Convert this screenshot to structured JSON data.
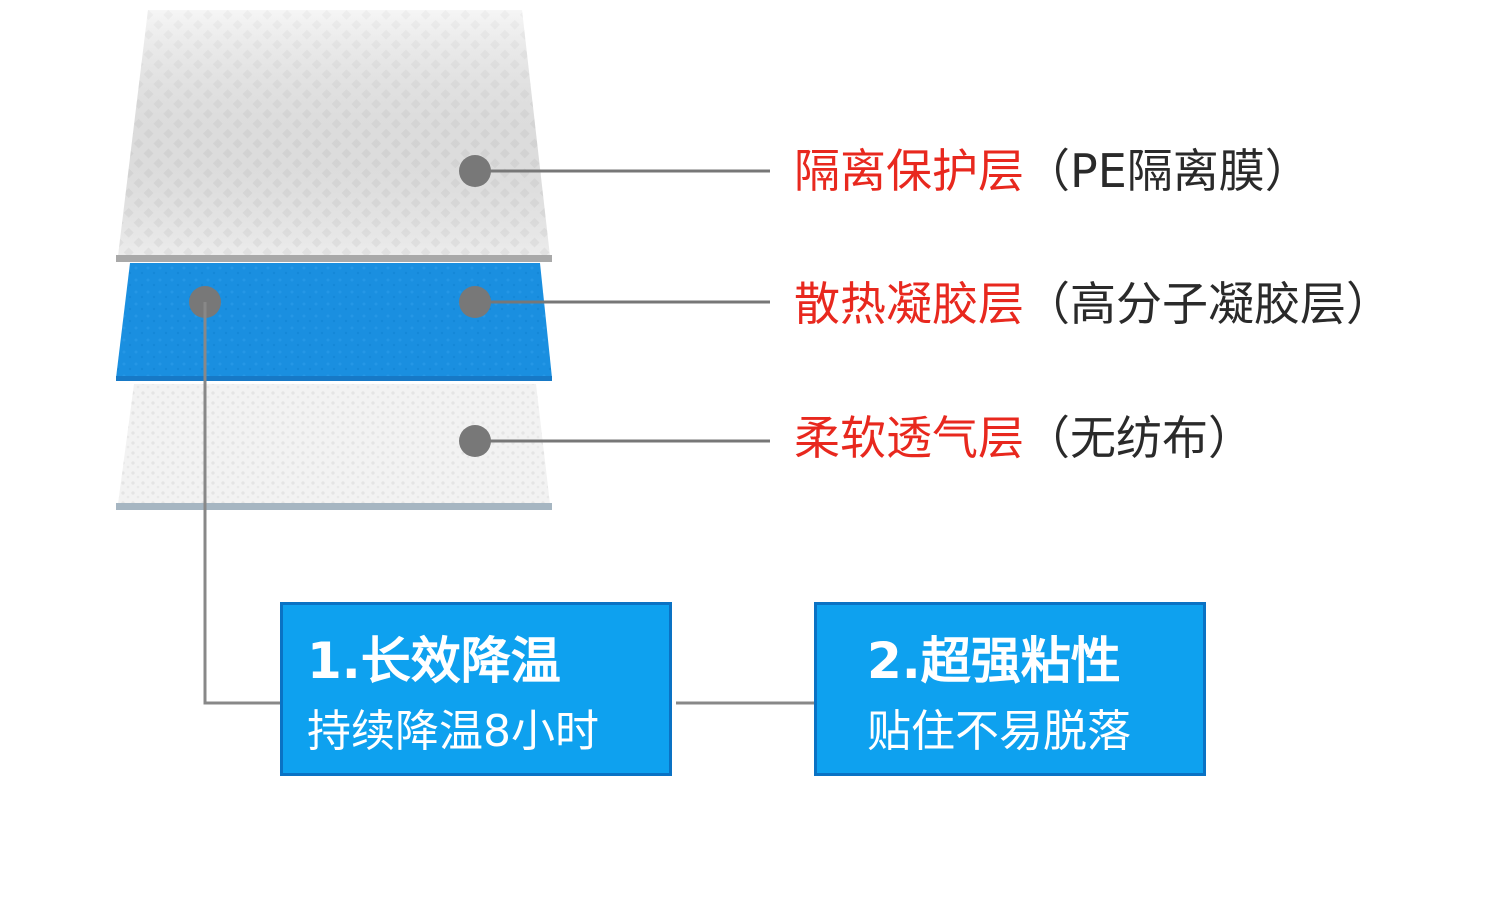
{
  "colors": {
    "layer_name": "#e8281e",
    "layer_desc": "#2a2a2a",
    "gel_layer": "#1a8fe0",
    "feature_box": "#0ea1ef",
    "feature_border": "#0a72c4",
    "leader_line": "#777777",
    "connector_line": "#888888"
  },
  "layers": [
    {
      "id": "pe-film",
      "name": "隔离保护层",
      "desc": "（PE隔离膜）",
      "icon": "dot-marker"
    },
    {
      "id": "gel",
      "name": "散热凝胶层",
      "desc": "（高分子凝胶层）",
      "icon": "dot-marker"
    },
    {
      "id": "nonwoven",
      "name": "柔软透气层",
      "desc": "（无纺布）",
      "icon": "dot-marker"
    }
  ],
  "features": [
    {
      "id": "cooling",
      "title": "1.长效降温",
      "subtitle": "持续降温8小时"
    },
    {
      "id": "adhesion",
      "title": "2.超强粘性",
      "subtitle": "贴住不易脱落"
    }
  ]
}
